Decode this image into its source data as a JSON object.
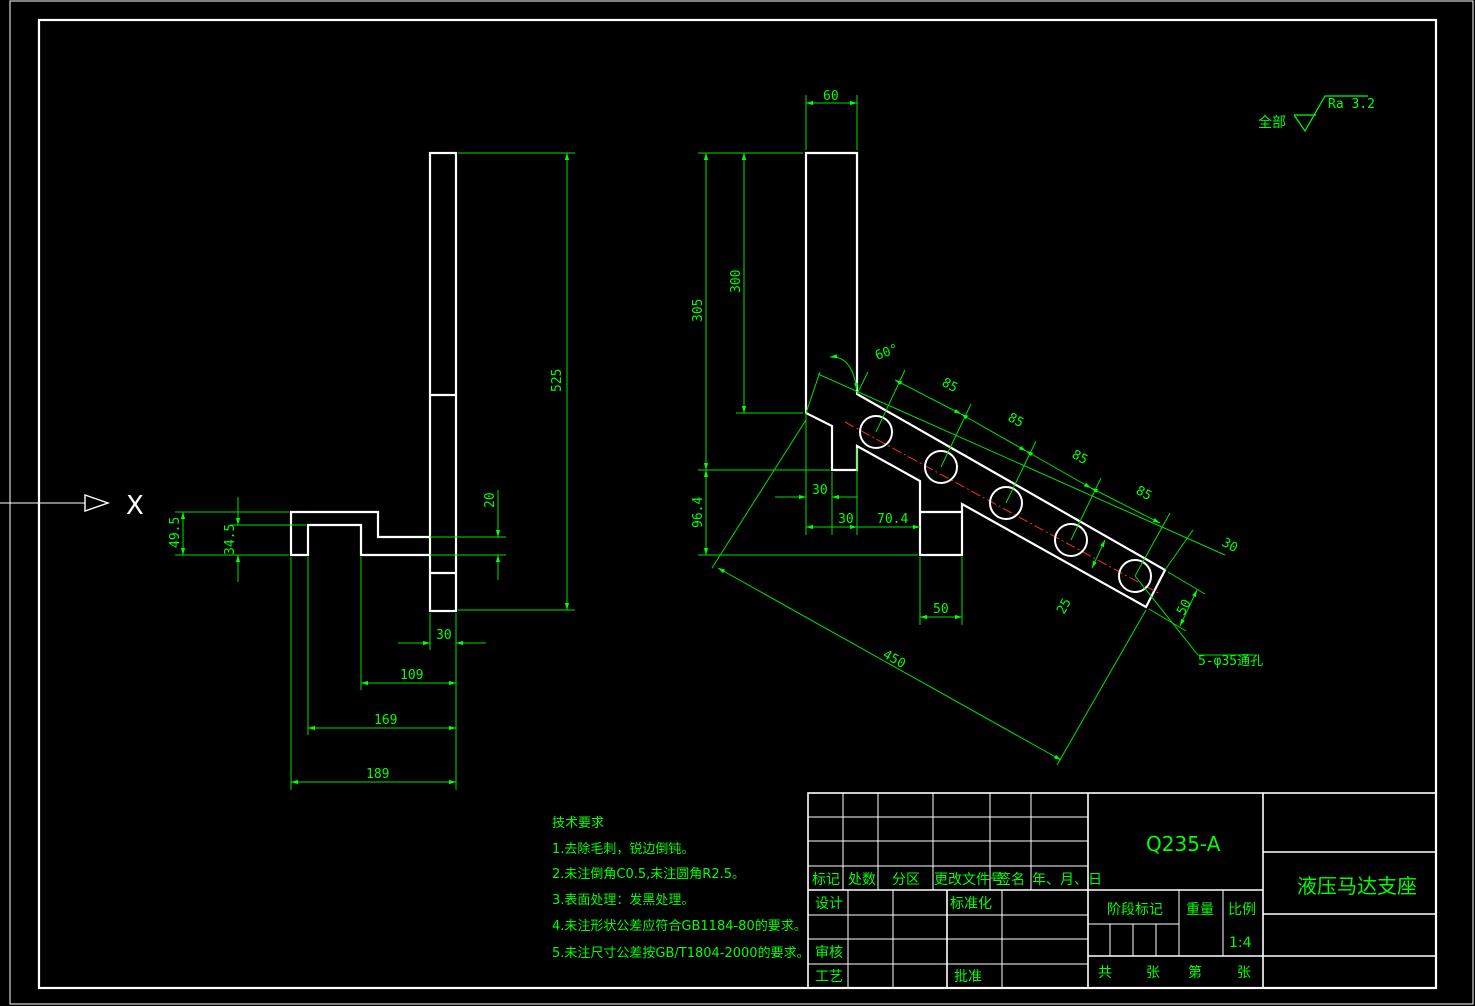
{
  "colors": {
    "background": "#000000",
    "geometry": "#ffffff",
    "dimension": "#00ff00",
    "centerline": "#ff2a2a"
  },
  "view_marker": "X",
  "roughness": {
    "scope": "全部",
    "value": "Ra 3.2"
  },
  "left_view": {
    "dims": {
      "h525": "525",
      "w30": "30",
      "w20": "20",
      "h49": "49.5",
      "h34": "34.5",
      "w109": "109",
      "w169": "169",
      "w189": "189"
    }
  },
  "right_view": {
    "dims": {
      "w60": "60",
      "h305": "305",
      "h300": "300",
      "h96": "96.4",
      "w30a": "30",
      "w30b": "30",
      "w70": "70.4",
      "w50": "50",
      "angle": "60°",
      "p85a": "85",
      "p85b": "85",
      "p85c": "85",
      "p85d": "85",
      "e30": "30",
      "w50b": "50",
      "d25": "25",
      "l450": "450",
      "holes": "5-φ35通孔"
    }
  },
  "notes": {
    "title": "技术要求",
    "items": [
      "1.去除毛刺，锐边倒钝。",
      "2.未注倒角C0.5,未注圆角R2.5。",
      "3.表面处理：发黑处理。",
      "4.未注形状公差应符合GB1184-80的要求。",
      "5.未注尺寸公差按GB/T1804-2000的要求。"
    ]
  },
  "title_block": {
    "material": "Q235-A",
    "part_name": "液压马达支座",
    "headers": {
      "mark": "标记",
      "count": "处数",
      "zone": "分区",
      "doc": "更改文件号",
      "sign": "签名",
      "date": "年、月、日"
    },
    "design": "设计",
    "standard": "标准化",
    "review": "审核",
    "process": "工艺",
    "approve": "批准",
    "stage": "阶段标记",
    "weight": "重量",
    "scale_label": "比例",
    "scale": "1:4",
    "total": "共",
    "sheets": "张",
    "no": "第",
    "sheets2": "张"
  }
}
